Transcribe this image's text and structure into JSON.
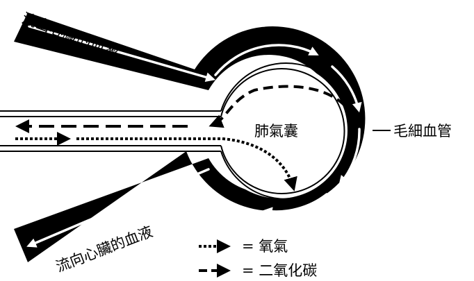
{
  "labels": {
    "outflow": "流出心臟的血液",
    "inflow": "流向心臟的血液",
    "alveolus": "肺氣囊",
    "capillary": "毛細血管"
  },
  "legend": [
    {
      "style": "dotted",
      "label": "= 氧氣"
    },
    {
      "style": "dashed",
      "label": "= 二氧化碳"
    }
  ],
  "colors": {
    "vessel": "#000000",
    "flow_arrow": "#ffffff",
    "background": "#ffffff"
  }
}
